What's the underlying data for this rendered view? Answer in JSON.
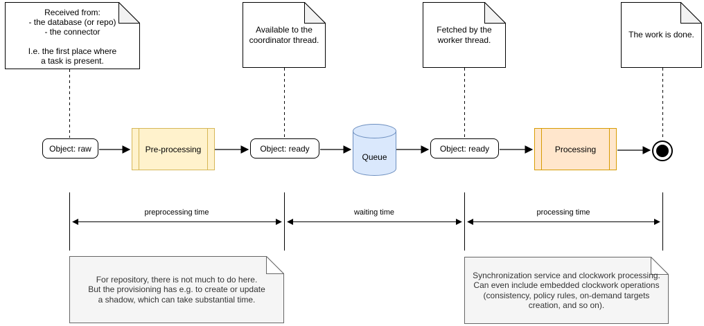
{
  "colors": {
    "yellow-fill": "#FFF2CC",
    "yellow-border": "#D6B656",
    "orange-fill": "#FFE6CC",
    "orange-border": "#D79B00",
    "blue-fill": "#DAE8FC",
    "blue-border": "#6C8EBF",
    "gray-note-fill": "#F5F5F5",
    "gray-note-border": "#666666",
    "top-note-fill": "#FFFFFF",
    "top-note-fold": "#F2F2F2",
    "line": "#000000"
  },
  "top_notes": [
    {
      "text": "Received from:\n- the database (or repo)\n- the connector\n\nI.e. the first place where\na task is present."
    },
    {
      "text": "Available to the\ncoordinator thread."
    },
    {
      "text": "Fetched by the\nworker thread."
    },
    {
      "text": "The work is done."
    }
  ],
  "flow": {
    "object_raw": "Object: raw",
    "preprocessing": "Pre-processing",
    "object_ready_1": "Object: ready",
    "queue": "Queue",
    "object_ready_2": "Object: ready",
    "processing": "Processing"
  },
  "timeline": {
    "labels": [
      "preprocessing time",
      "waiting time",
      "processing time"
    ]
  },
  "bottom_notes": [
    {
      "text": "For repository, there is not much to do here.\nBut the provisioning has e.g. to create or update\na shadow, which can take substantial time."
    },
    {
      "text": "Synchronization service and clockwork processing.\nCan even include embedded clockwork operations\n(consistency, policy rules, on-demand targets\ncreation, and so on)."
    }
  ]
}
